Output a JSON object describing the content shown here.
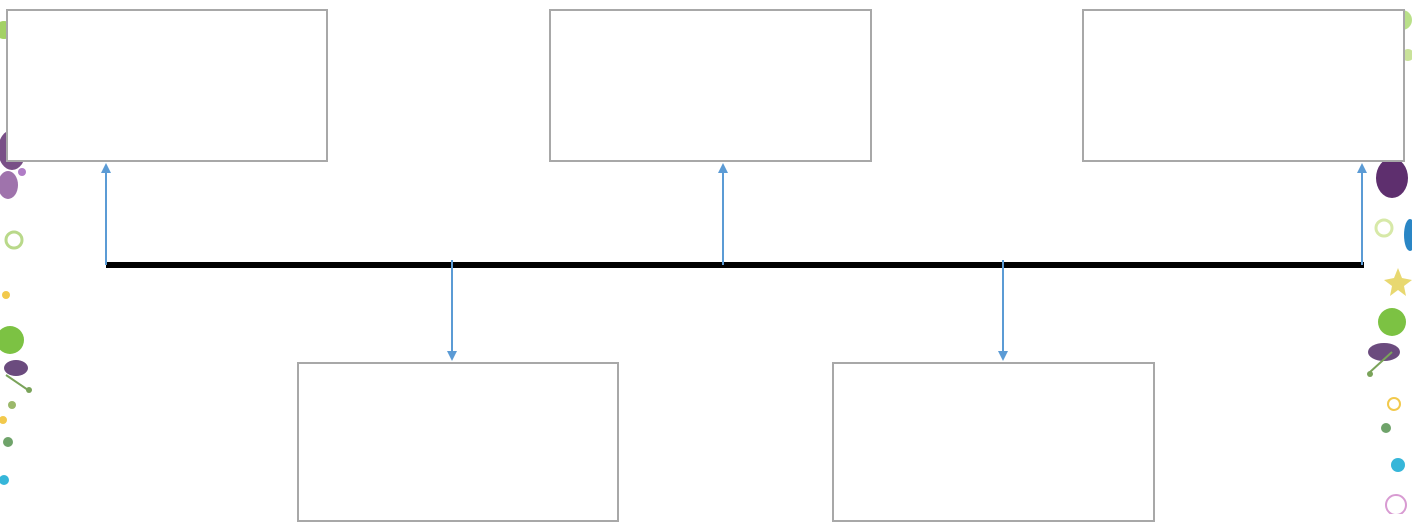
{
  "diagram": {
    "type": "timeline",
    "boxes_top": [
      "",
      "",
      ""
    ],
    "boxes_bottom": [
      "",
      ""
    ],
    "colors": {
      "timeline_line": "#000000",
      "arrow": "#5b9bd5",
      "box_border": "#a8a8a8",
      "background": "#ffffff"
    },
    "decorations": [
      "floral-border-left",
      "floral-border-right"
    ]
  }
}
